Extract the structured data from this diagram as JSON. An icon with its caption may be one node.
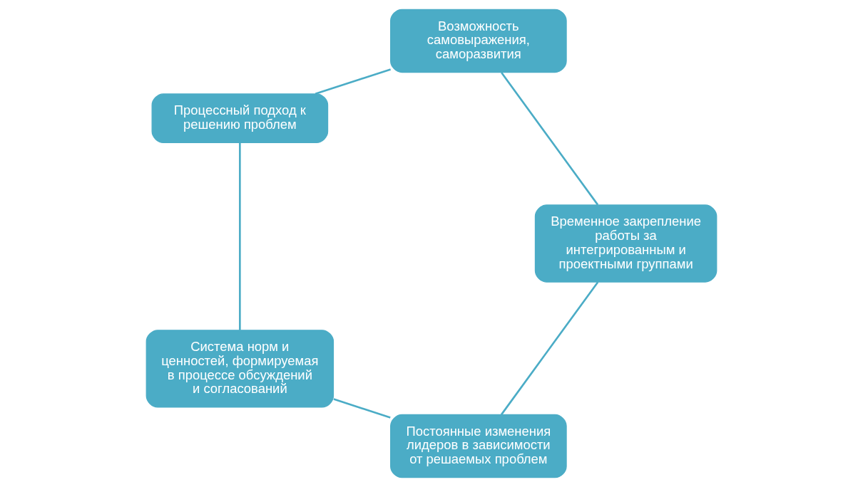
{
  "diagram": {
    "nodes": [
      {
        "text": [
          "Постоянные изменения лидеров в зависимости от решаемых проблем"
        ]
      },
      {
        "text": [
          "Временное закрепление работы за интегрированным и проектными группами"
        ]
      },
      {
        "text": [
          "Система норм и ценностей, формируемая в процессе обсуждений и согласований"
        ]
      },
      {
        "text": [
          "Возможность самовыражения, саморазвития"
        ]
      },
      {
        "text": [
          "Процессный подход к решению проблем"
        ]
      }
    ],
    "edges": [
      {
        "from": 0,
        "to": 2,
        "arrow": "none"
      },
      {
        "from": 2,
        "to": 4,
        "arrow": "none"
      },
      {
        "from": 4,
        "to": 3,
        "arrow": "none"
      },
      {
        "from": 3,
        "to": 1,
        "arrow": "none"
      },
      {
        "from": 1,
        "to": 0,
        "arrow": "none"
      }
    ]
  }
}
